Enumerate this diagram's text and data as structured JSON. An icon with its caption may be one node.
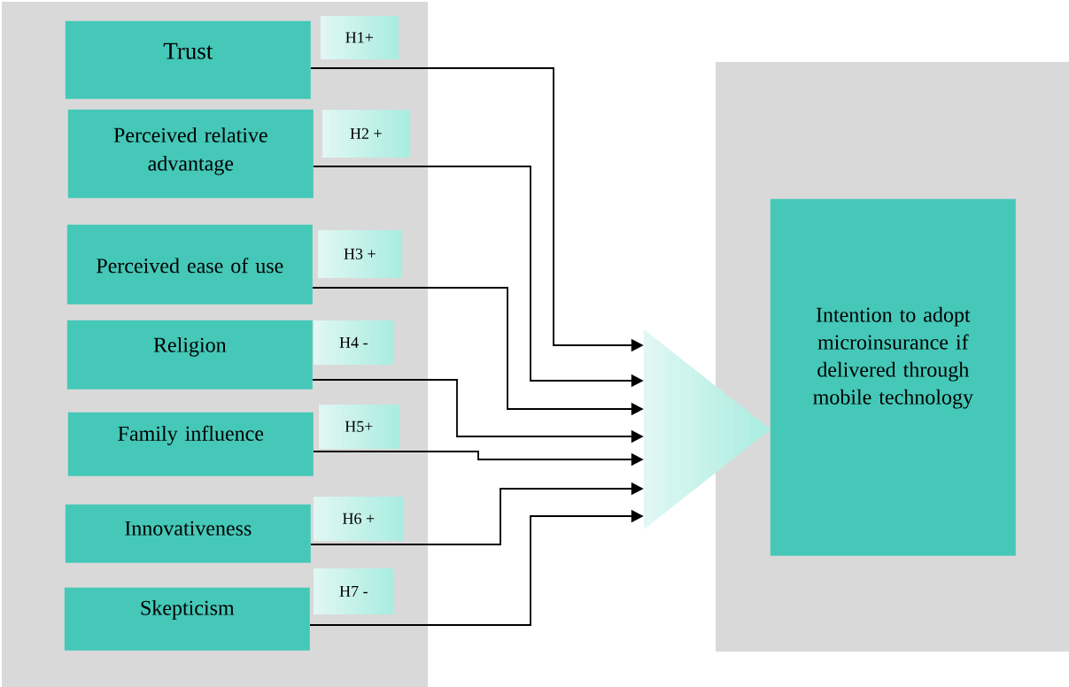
{
  "diagram": {
    "nodes": [
      {
        "text": [],
        "shape": "box"
      },
      {
        "text": [
          "Trust"
        ],
        "in": 0
      },
      {
        "text": [
          "H1+"
        ],
        "in": 0
      },
      {
        "text": [
          "Perceived relative advantage"
        ],
        "in": 0
      },
      {
        "text": [
          "H2 +"
        ],
        "in": 0
      },
      {
        "text": [
          "Perceived ease of use"
        ],
        "in": 0
      },
      {
        "text": [
          "H3 +"
        ],
        "in": 0
      },
      {
        "text": [
          "Religion"
        ],
        "in": 0
      },
      {
        "text": [
          "H4 -"
        ],
        "in": 0
      },
      {
        "text": [
          "Family influence"
        ],
        "in": 0
      },
      {
        "text": [
          "H5+"
        ],
        "in": 0
      },
      {
        "text": [
          "Innovativeness"
        ],
        "in": 0
      },
      {
        "text": [
          "H6 +"
        ],
        "in": 0
      },
      {
        "text": [
          "Skepticism"
        ],
        "in": 0
      },
      {
        "text": [
          "H7 -"
        ],
        "in": 0
      },
      {
        "text": [],
        "shape": "triangle"
      },
      {
        "text": [],
        "shape": "box"
      },
      {
        "text": [
          "Intention to adopt microinsurance if delivered through mobile technology"
        ],
        "in": 16
      }
    ],
    "edges": [
      {
        "from": 1,
        "to": 15,
        "arrow": "to"
      },
      {
        "from": 3,
        "to": 15,
        "arrow": "to"
      },
      {
        "from": 5,
        "to": 15,
        "arrow": "to"
      },
      {
        "from": 7,
        "to": 15,
        "arrow": "to"
      },
      {
        "from": 9,
        "to": 15,
        "arrow": "to"
      },
      {
        "from": 11,
        "to": 15,
        "arrow": "to"
      },
      {
        "from": 13,
        "to": 15,
        "arrow": "to"
      }
    ]
  }
}
